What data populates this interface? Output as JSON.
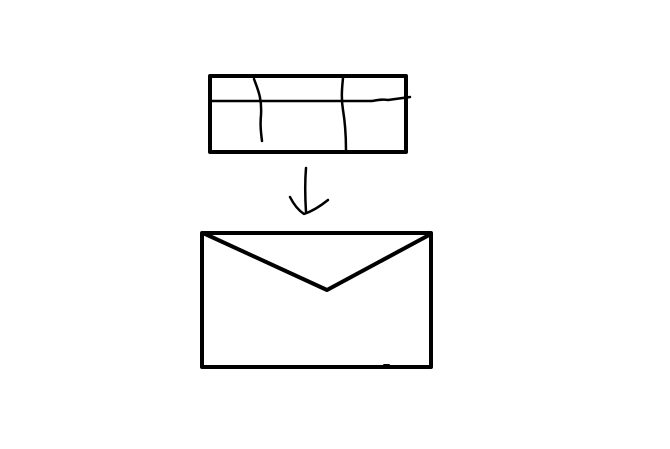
{
  "colors": {
    "background": "#ffffff",
    "ink": "#000000"
  },
  "diagram": {
    "nodes": [
      {
        "id": "table",
        "shape": "grid"
      },
      {
        "id": "envelope",
        "shape": "envelope-icon"
      }
    ],
    "edges": [
      {
        "from": "table",
        "to": "envelope",
        "direction": "down"
      }
    ]
  }
}
